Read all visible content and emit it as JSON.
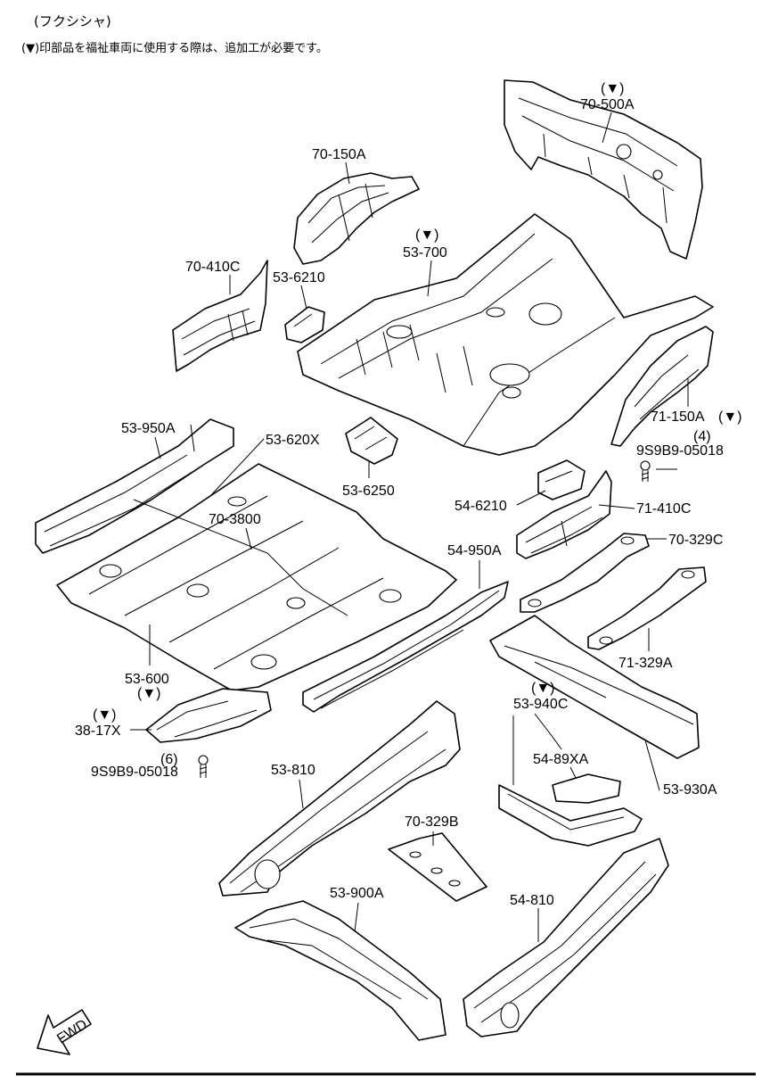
{
  "header": {
    "title": "(フクシシャ)",
    "note": "(▼)印部品を福祉車両に使用する際は、追加工が必要です。"
  },
  "labels": {
    "p70_500A_mark": "(▼)",
    "p70_500A": "70-500A",
    "p70_150A": "70-150A",
    "p53_700_mark": "(▼)",
    "p53_700": "53-700",
    "p70_410C": "70-410C",
    "p53_6210": "53-6210",
    "p71_150A": "71-150A",
    "p71_150A_mark": "(▼)",
    "p9S9B9_a_qty": "(4)",
    "p9S9B9_a": "9S9B9-05018",
    "p53_950A": "53-950A",
    "p53_620X": "53-620X",
    "p53_6250": "53-6250",
    "p70_3800": "70-3800",
    "p54_6210": "54-6210",
    "p71_410C": "71-410C",
    "p70_329C": "70-329C",
    "p54_950A": "54-950A",
    "p71_329A": "71-329A",
    "p53_600": "53-600",
    "p53_600_mark": "(▼)",
    "p38_17X_mark": "(▼)",
    "p38_17X": "38-17X",
    "p53_940C_mark": "(▼)",
    "p53_940C": "53-940C",
    "p9S9B9_b_qty": "(6)",
    "p9S9B9_b": "9S9B9-05018",
    "p54_89XA": "54-89XA",
    "p53_810": "53-810",
    "p53_930A": "53-930A",
    "p70_329B": "70-329B",
    "p53_900A": "53-900A",
    "p54_810": "54-810",
    "fwd": "FWD"
  }
}
